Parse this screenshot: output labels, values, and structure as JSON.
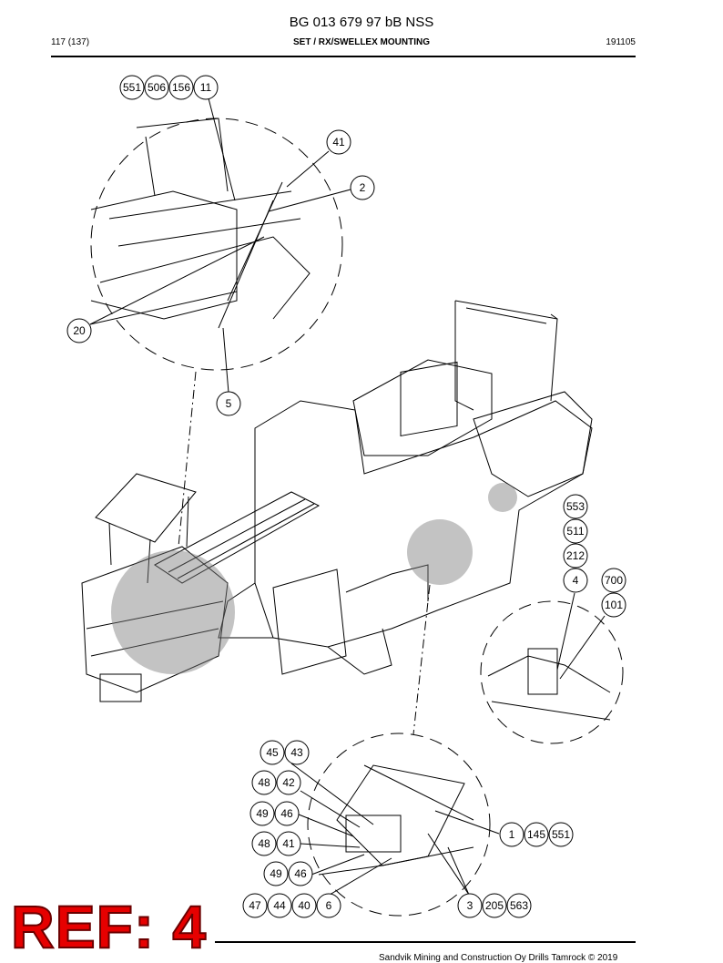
{
  "header": {
    "doc_number": "BG 013 679 97 bB NSS",
    "page": "117 (137)",
    "title": "SET / RX/SWELLEX MOUNTING",
    "date": "191105"
  },
  "callouts": {
    "top": [
      "551",
      "506",
      "156",
      "11",
      "41",
      "2",
      "20",
      "5"
    ],
    "right": [
      "553",
      "511",
      "212",
      "4",
      "700",
      "101"
    ],
    "bottom": [
      "45",
      "43",
      "48",
      "42",
      "49",
      "46",
      "48",
      "41",
      "49",
      "46",
      "47",
      "44",
      "40",
      "6",
      "1",
      "145",
      "551",
      "3",
      "205",
      "563"
    ]
  },
  "footer": {
    "text": "Sandvik Mining and Construction Oy Drills Tamrock © 2019"
  },
  "stamp": {
    "ref_label": "REF: 4"
  }
}
